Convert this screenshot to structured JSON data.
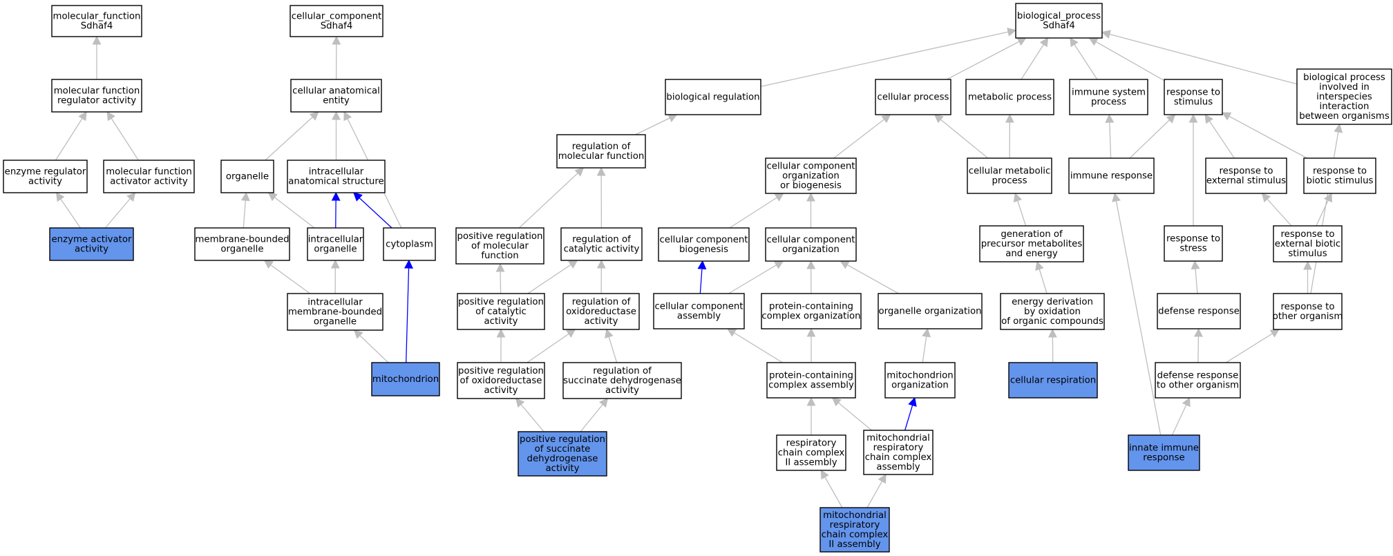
{
  "colors": {
    "node_fill": "#ffffff",
    "highlight_fill": "#6495ed",
    "edge_gray": "#bebebe",
    "edge_blue": "#0000ff",
    "border": "#000000"
  },
  "nodes": [
    {
      "id": "mf_root",
      "lines": [
        "molecular_function",
        "Sdhaf4"
      ],
      "highlight": false
    },
    {
      "id": "mf_regulator",
      "lines": [
        "molecular function",
        "regulator activity"
      ],
      "highlight": false
    },
    {
      "id": "enzyme_regulator",
      "lines": [
        "enzyme regulator",
        "activity"
      ],
      "highlight": false
    },
    {
      "id": "mf_activator",
      "lines": [
        "molecular function",
        "activator activity"
      ],
      "highlight": false
    },
    {
      "id": "enzyme_activator",
      "lines": [
        "enzyme activator",
        "activity"
      ],
      "highlight": true
    },
    {
      "id": "cc_root",
      "lines": [
        "cellular_component",
        "Sdhaf4"
      ],
      "highlight": false
    },
    {
      "id": "cae",
      "lines": [
        "cellular anatomical",
        "entity"
      ],
      "highlight": false
    },
    {
      "id": "organelle",
      "lines": [
        "organelle"
      ],
      "highlight": false
    },
    {
      "id": "ias",
      "lines": [
        "intracellular",
        "anatomical structure"
      ],
      "highlight": false
    },
    {
      "id": "membrane_bounded",
      "lines": [
        "membrane-bounded",
        "organelle"
      ],
      "highlight": false
    },
    {
      "id": "intra_organelle",
      "lines": [
        "intracellular",
        "organelle"
      ],
      "highlight": false
    },
    {
      "id": "cytoplasm",
      "lines": [
        "cytoplasm"
      ],
      "highlight": false
    },
    {
      "id": "imbo",
      "lines": [
        "intracellular",
        "membrane-bounded",
        "organelle"
      ],
      "highlight": false
    },
    {
      "id": "mitochondrion",
      "lines": [
        "mitochondrion"
      ],
      "highlight": true
    },
    {
      "id": "bp_root",
      "lines": [
        "biological_process",
        "Sdhaf4"
      ],
      "highlight": false
    },
    {
      "id": "bio_reg",
      "lines": [
        "biological regulation"
      ],
      "highlight": false
    },
    {
      "id": "reg_mf",
      "lines": [
        "regulation of",
        "molecular function"
      ],
      "highlight": false
    },
    {
      "id": "pos_reg_mf",
      "lines": [
        "positive regulation",
        "of molecular",
        "function"
      ],
      "highlight": false
    },
    {
      "id": "reg_cat",
      "lines": [
        "regulation of",
        "catalytic activity"
      ],
      "highlight": false
    },
    {
      "id": "pos_reg_cat",
      "lines": [
        "positive regulation",
        "of catalytic",
        "activity"
      ],
      "highlight": false
    },
    {
      "id": "reg_oxred",
      "lines": [
        "regulation of",
        "oxidoreductase",
        "activity"
      ],
      "highlight": false
    },
    {
      "id": "pos_reg_oxred",
      "lines": [
        "positive regulation",
        "of oxidoreductase",
        "activity"
      ],
      "highlight": false
    },
    {
      "id": "reg_sdh",
      "lines": [
        "regulation of",
        "succinate dehydrogenase",
        "activity"
      ],
      "highlight": false
    },
    {
      "id": "pos_reg_sdh",
      "lines": [
        "positive regulation",
        "of succinate",
        "dehydrogenase",
        "activity"
      ],
      "highlight": true
    },
    {
      "id": "cell_proc",
      "lines": [
        "cellular process"
      ],
      "highlight": false
    },
    {
      "id": "ccob",
      "lines": [
        "cellular component",
        "organization",
        "or biogenesis"
      ],
      "highlight": false
    },
    {
      "id": "cc_biogenesis",
      "lines": [
        "cellular component",
        "biogenesis"
      ],
      "highlight": false
    },
    {
      "id": "cc_org",
      "lines": [
        "cellular component",
        "organization"
      ],
      "highlight": false
    },
    {
      "id": "cc_assembly",
      "lines": [
        "cellular component",
        "assembly"
      ],
      "highlight": false
    },
    {
      "id": "pc_org",
      "lines": [
        "protein-containing",
        "complex organization"
      ],
      "highlight": false
    },
    {
      "id": "organelle_org",
      "lines": [
        "organelle organization"
      ],
      "highlight": false
    },
    {
      "id": "pc_assembly",
      "lines": [
        "protein-containing",
        "complex assembly"
      ],
      "highlight": false
    },
    {
      "id": "mito_org",
      "lines": [
        "mitochondrion",
        "organization"
      ],
      "highlight": false
    },
    {
      "id": "rc2_assembly",
      "lines": [
        "respiratory",
        "chain complex",
        "II assembly"
      ],
      "highlight": false
    },
    {
      "id": "mrcc_assembly",
      "lines": [
        "mitochondrial",
        "respiratory",
        "chain complex",
        "assembly"
      ],
      "highlight": false
    },
    {
      "id": "mrcc2_assembly",
      "lines": [
        "mitochondrial",
        "respiratory",
        "chain complex",
        "II assembly"
      ],
      "highlight": true
    },
    {
      "id": "metab_proc",
      "lines": [
        "metabolic process"
      ],
      "highlight": false
    },
    {
      "id": "cell_metab",
      "lines": [
        "cellular metabolic",
        "process"
      ],
      "highlight": false
    },
    {
      "id": "gen_precursor",
      "lines": [
        "generation of",
        "precursor metabolites",
        "and energy"
      ],
      "highlight": false
    },
    {
      "id": "energy_deriv",
      "lines": [
        "energy derivation",
        "by oxidation",
        "of organic compounds"
      ],
      "highlight": false
    },
    {
      "id": "cell_resp",
      "lines": [
        "cellular respiration"
      ],
      "highlight": true
    },
    {
      "id": "immune_sys",
      "lines": [
        "immune system",
        "process"
      ],
      "highlight": false
    },
    {
      "id": "immune_resp",
      "lines": [
        "immune response"
      ],
      "highlight": false
    },
    {
      "id": "resp_stim",
      "lines": [
        "response to",
        "stimulus"
      ],
      "highlight": false
    },
    {
      "id": "bp_interspecies",
      "lines": [
        "biological process",
        "involved in",
        "interspecies",
        "interaction",
        "between organisms"
      ],
      "highlight": false
    },
    {
      "id": "resp_ext",
      "lines": [
        "response to",
        "external stimulus"
      ],
      "highlight": false
    },
    {
      "id": "resp_biotic",
      "lines": [
        "response to",
        "biotic stimulus"
      ],
      "highlight": false
    },
    {
      "id": "resp_stress",
      "lines": [
        "response to",
        "stress"
      ],
      "highlight": false
    },
    {
      "id": "resp_ext_biotic",
      "lines": [
        "response to",
        "external biotic",
        "stimulus"
      ],
      "highlight": false
    },
    {
      "id": "defense_resp",
      "lines": [
        "defense response"
      ],
      "highlight": false
    },
    {
      "id": "resp_other_org",
      "lines": [
        "response to",
        "other organism"
      ],
      "highlight": false
    },
    {
      "id": "defense_other_org",
      "lines": [
        "defense response",
        "to other organism"
      ],
      "highlight": false
    },
    {
      "id": "innate_immune",
      "lines": [
        "innate immune",
        "response"
      ],
      "highlight": true
    }
  ],
  "edges": [
    {
      "from": "mf_regulator",
      "to": "mf_root",
      "color": "gray"
    },
    {
      "from": "enzyme_regulator",
      "to": "mf_regulator",
      "color": "gray"
    },
    {
      "from": "mf_activator",
      "to": "mf_regulator",
      "color": "gray"
    },
    {
      "from": "enzyme_activator",
      "to": "enzyme_regulator",
      "color": "gray"
    },
    {
      "from": "enzyme_activator",
      "to": "mf_activator",
      "color": "gray"
    },
    {
      "from": "cae",
      "to": "cc_root",
      "color": "gray"
    },
    {
      "from": "organelle",
      "to": "cae",
      "color": "gray"
    },
    {
      "from": "ias",
      "to": "cae",
      "color": "gray"
    },
    {
      "from": "cytoplasm",
      "to": "cae",
      "color": "gray"
    },
    {
      "from": "membrane_bounded",
      "to": "organelle",
      "color": "gray"
    },
    {
      "from": "intra_organelle",
      "to": "organelle",
      "color": "gray"
    },
    {
      "from": "intra_organelle",
      "to": "ias",
      "color": "blue"
    },
    {
      "from": "cytoplasm",
      "to": "ias",
      "color": "blue"
    },
    {
      "from": "imbo",
      "to": "membrane_bounded",
      "color": "gray"
    },
    {
      "from": "imbo",
      "to": "intra_organelle",
      "color": "gray"
    },
    {
      "from": "mitochondrion",
      "to": "imbo",
      "color": "gray"
    },
    {
      "from": "mitochondrion",
      "to": "cytoplasm",
      "color": "blue"
    },
    {
      "from": "bio_reg",
      "to": "bp_root",
      "color": "gray"
    },
    {
      "from": "cell_proc",
      "to": "bp_root",
      "color": "gray"
    },
    {
      "from": "metab_proc",
      "to": "bp_root",
      "color": "gray"
    },
    {
      "from": "immune_sys",
      "to": "bp_root",
      "color": "gray"
    },
    {
      "from": "resp_stim",
      "to": "bp_root",
      "color": "gray"
    },
    {
      "from": "bp_interspecies",
      "to": "bp_root",
      "color": "gray"
    },
    {
      "from": "reg_mf",
      "to": "bio_reg",
      "color": "gray"
    },
    {
      "from": "pos_reg_mf",
      "to": "reg_mf",
      "color": "gray"
    },
    {
      "from": "reg_cat",
      "to": "reg_mf",
      "color": "gray"
    },
    {
      "from": "pos_reg_cat",
      "to": "pos_reg_mf",
      "color": "gray"
    },
    {
      "from": "pos_reg_cat",
      "to": "reg_cat",
      "color": "gray"
    },
    {
      "from": "reg_oxred",
      "to": "reg_cat",
      "color": "gray"
    },
    {
      "from": "pos_reg_oxred",
      "to": "pos_reg_cat",
      "color": "gray"
    },
    {
      "from": "pos_reg_oxred",
      "to": "reg_oxred",
      "color": "gray"
    },
    {
      "from": "reg_sdh",
      "to": "reg_oxred",
      "color": "gray"
    },
    {
      "from": "pos_reg_sdh",
      "to": "pos_reg_oxred",
      "color": "gray"
    },
    {
      "from": "pos_reg_sdh",
      "to": "reg_sdh",
      "color": "gray"
    },
    {
      "from": "ccob",
      "to": "cell_proc",
      "color": "gray"
    },
    {
      "from": "cell_metab",
      "to": "cell_proc",
      "color": "gray"
    },
    {
      "from": "cell_metab",
      "to": "metab_proc",
      "color": "gray"
    },
    {
      "from": "cc_biogenesis",
      "to": "ccob",
      "color": "gray"
    },
    {
      "from": "cc_org",
      "to": "ccob",
      "color": "gray"
    },
    {
      "from": "cc_assembly",
      "to": "cc_biogenesis",
      "color": "blue"
    },
    {
      "from": "cc_assembly",
      "to": "cc_org",
      "color": "gray"
    },
    {
      "from": "pc_org",
      "to": "cc_org",
      "color": "gray"
    },
    {
      "from": "organelle_org",
      "to": "cc_org",
      "color": "gray"
    },
    {
      "from": "pc_assembly",
      "to": "cc_assembly",
      "color": "gray"
    },
    {
      "from": "pc_assembly",
      "to": "pc_org",
      "color": "gray"
    },
    {
      "from": "mito_org",
      "to": "organelle_org",
      "color": "gray"
    },
    {
      "from": "rc2_assembly",
      "to": "pc_assembly",
      "color": "gray"
    },
    {
      "from": "mrcc_assembly",
      "to": "pc_assembly",
      "color": "gray"
    },
    {
      "from": "mrcc_assembly",
      "to": "mito_org",
      "color": "blue"
    },
    {
      "from": "mrcc2_assembly",
      "to": "rc2_assembly",
      "color": "gray"
    },
    {
      "from": "mrcc2_assembly",
      "to": "mrcc_assembly",
      "color": "gray"
    },
    {
      "from": "gen_precursor",
      "to": "cell_metab",
      "color": "gray"
    },
    {
      "from": "energy_deriv",
      "to": "gen_precursor",
      "color": "gray"
    },
    {
      "from": "cell_resp",
      "to": "energy_deriv",
      "color": "gray"
    },
    {
      "from": "immune_resp",
      "to": "immune_sys",
      "color": "gray"
    },
    {
      "from": "immune_resp",
      "to": "resp_stim",
      "color": "gray"
    },
    {
      "from": "innate_immune",
      "to": "immune_resp",
      "color": "gray"
    },
    {
      "from": "resp_ext",
      "to": "resp_stim",
      "color": "gray"
    },
    {
      "from": "resp_biotic",
      "to": "resp_stim",
      "color": "gray"
    },
    {
      "from": "resp_stress",
      "to": "resp_stim",
      "color": "gray"
    },
    {
      "from": "resp_ext_biotic",
      "to": "resp_ext",
      "color": "gray"
    },
    {
      "from": "resp_ext_biotic",
      "to": "resp_biotic",
      "color": "gray"
    },
    {
      "from": "defense_resp",
      "to": "resp_stress",
      "color": "gray"
    },
    {
      "from": "resp_other_org",
      "to": "resp_ext_biotic",
      "color": "gray"
    },
    {
      "from": "resp_other_org",
      "to": "bp_interspecies",
      "color": "gray"
    },
    {
      "from": "defense_other_org",
      "to": "defense_resp",
      "color": "gray"
    },
    {
      "from": "defense_other_org",
      "to": "resp_other_org",
      "color": "gray"
    },
    {
      "from": "innate_immune",
      "to": "defense_other_org",
      "color": "gray"
    }
  ]
}
